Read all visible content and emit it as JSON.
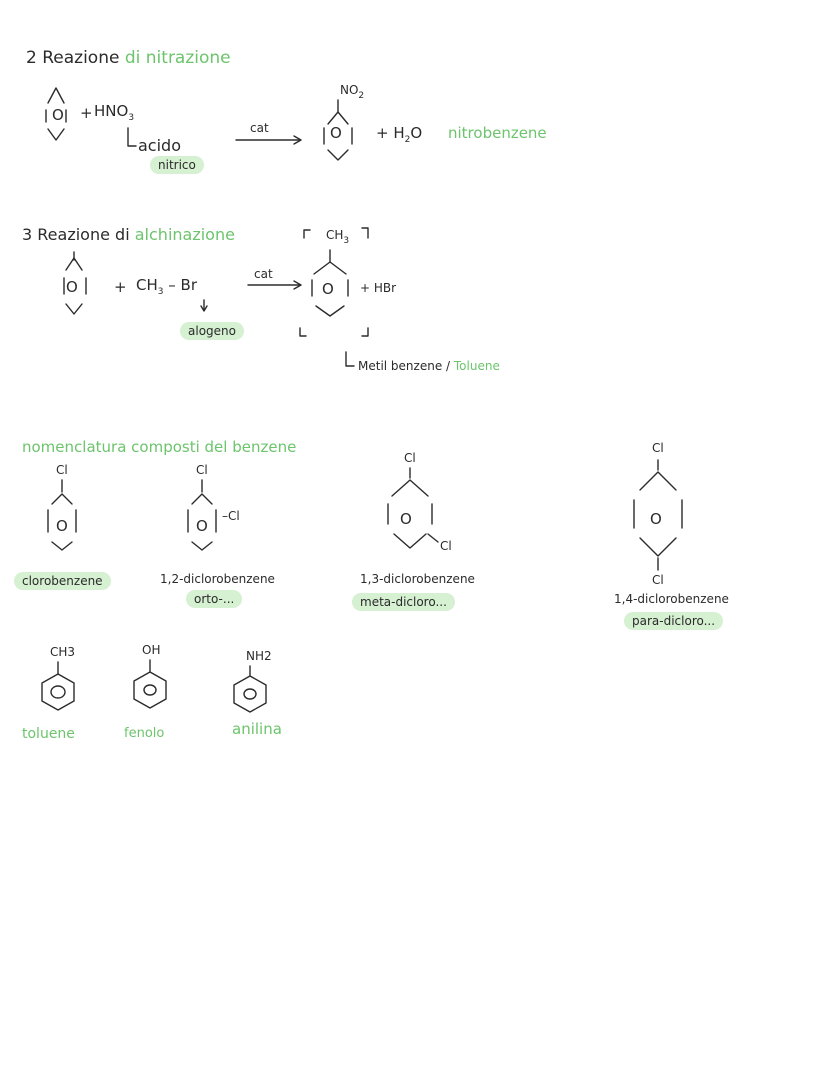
{
  "section2": {
    "number": "2",
    "title_a": "Reazione",
    "title_b": "di nitrazione",
    "reagent": "HNO",
    "reagent_sub": "3",
    "note_a": "acido",
    "note_b": "nitrico",
    "catalyst": "cat",
    "product_group": "NO",
    "product_group_sub": "2",
    "byproduct": "+ H",
    "byproduct_sub": "2",
    "byproduct_tail": "O",
    "product_name": "nitrobenzene",
    "plus": "+"
  },
  "section3": {
    "number": "3",
    "title_a": "Reazione",
    "title_b": "di",
    "title_c": "alchinazione",
    "bracket_group": "CH",
    "bracket_group_sub": "3",
    "plus": "+",
    "reagent": "CH",
    "reagent_sub": "3",
    "reagent_tail": "– Br",
    "note": "alogeno",
    "catalyst": "cat",
    "product_group": "CH",
    "product_group_sub": "3",
    "byproduct": "+ HBr",
    "result_a": "Metil benzene /",
    "result_b": "Toluene"
  },
  "nomenclature": {
    "title": "nomenclatura composti del benzene",
    "compounds": [
      {
        "substituent": "Cl",
        "name": "clorobenzene",
        "alias": ""
      },
      {
        "substituent": "Cl",
        "substituent2": "–Cl",
        "name": "1,2-diclorobenzene",
        "alias": "orto-..."
      },
      {
        "substituent": "Cl",
        "substituent2": "Cl",
        "name": "1,3-diclorobenzene",
        "alias": "meta-dicloro..."
      },
      {
        "substituent": "Cl",
        "substituent2": "Cl",
        "name": "1,4-diclorobenzene",
        "alias": "para-dicloro..."
      }
    ],
    "ring_label": "O",
    "derivatives": [
      {
        "substituent": "CH3",
        "name": "toluene"
      },
      {
        "substituent": "OH",
        "name": "fenolo"
      },
      {
        "substituent": "NH2",
        "name": "anilina"
      }
    ]
  }
}
